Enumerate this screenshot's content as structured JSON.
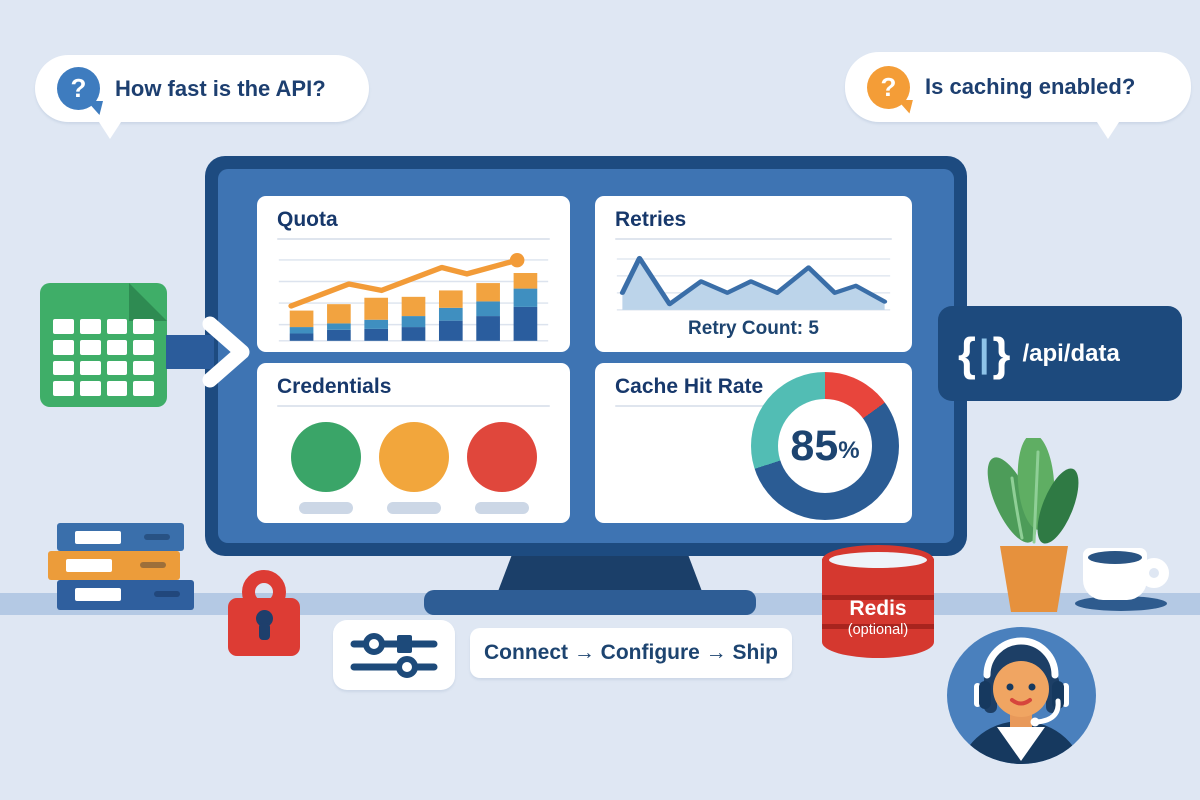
{
  "bubbles": {
    "left": {
      "icon_glyph": "?",
      "icon_color": "#3e7cbf",
      "text": "How fast is the API?"
    },
    "right": {
      "icon_glyph": "?",
      "icon_color": "#f49d37",
      "text": "Is caching enabled?"
    }
  },
  "dashboard": {
    "quota": {
      "title": "Quota"
    },
    "retries": {
      "title": "Retries",
      "caption": "Retry Count: 5"
    },
    "credentials": {
      "title": "Credentials",
      "dot_colors": [
        "#3aa568",
        "#f2a63c",
        "#e0473c"
      ]
    },
    "cache": {
      "title": "Cache Hit Rate",
      "value": "85",
      "unit": "%"
    }
  },
  "api_endpoint": {
    "brace_open": "{",
    "pipe": "|",
    "brace_close": "}",
    "path": "/api/data"
  },
  "redis": {
    "label": "Redis",
    "sublabel": "(optional)"
  },
  "workflow": {
    "label": "Connect → Configure → Ship"
  },
  "chart_data": [
    {
      "id": "quota",
      "type": "bar",
      "subtype": "stacked-with-trend-line",
      "title": "Quota",
      "categories": [
        "",
        "",
        "",
        "",
        "",
        "",
        ""
      ],
      "series": [
        {
          "name": "bottom-dark-blue",
          "color": "#2a5d9e",
          "values": [
            8,
            12,
            13,
            15,
            22,
            27,
            37
          ]
        },
        {
          "name": "middle-light-blue",
          "color": "#3f8fc0",
          "values": [
            7,
            7,
            10,
            12,
            14,
            16,
            20
          ]
        },
        {
          "name": "top-orange",
          "color": "#f2a340",
          "values": [
            18,
            21,
            24,
            21,
            19,
            20,
            17
          ]
        }
      ],
      "trend_line": {
        "color": "#f29b38",
        "x_fraction": [
          0.02,
          0.25,
          0.38,
          0.62,
          0.72,
          0.92
        ],
        "values": [
          38,
          62,
          55,
          80,
          73,
          88
        ],
        "end_dot": true
      },
      "ylim": [
        0,
        100
      ],
      "grid": true,
      "axis_labels_visible": false
    },
    {
      "id": "retries",
      "type": "area",
      "title": "Retries",
      "caption": "Retry Count: 5",
      "line_color": "#3a6ea8",
      "fill_color": "#bcd4ea",
      "x_fraction": [
        0,
        0.065,
        0.18,
        0.3,
        0.4,
        0.49,
        0.59,
        0.71,
        0.81,
        0.89,
        1.0
      ],
      "values": [
        27,
        82,
        9,
        45,
        27,
        45,
        27,
        67,
        27,
        38,
        13
      ],
      "ylim": [
        0,
        100
      ],
      "grid": true,
      "axis_labels_visible": false
    },
    {
      "id": "cache_hit_rate",
      "type": "pie",
      "subtype": "donut",
      "title": "Cache Hit Rate",
      "center_label": "85%",
      "segments": [
        {
          "color": "#e8453c",
          "percent": 15
        },
        {
          "color": "#2b5c94",
          "percent": 55
        },
        {
          "color": "#52bdb4",
          "percent": 30
        }
      ],
      "start_angle_deg": 0
    }
  ],
  "colors": {
    "background": "#dfe7f3",
    "desk": "#b4c9e4",
    "navy_text": "#1d4470",
    "monitor_bezel": "#1d4b80",
    "screen": "#3e74b3",
    "spreadsheet_green": "#3fae68",
    "api_box": "#1d4a7d",
    "redis_red": "#d5382f",
    "lock_red": "#dd3c34"
  }
}
